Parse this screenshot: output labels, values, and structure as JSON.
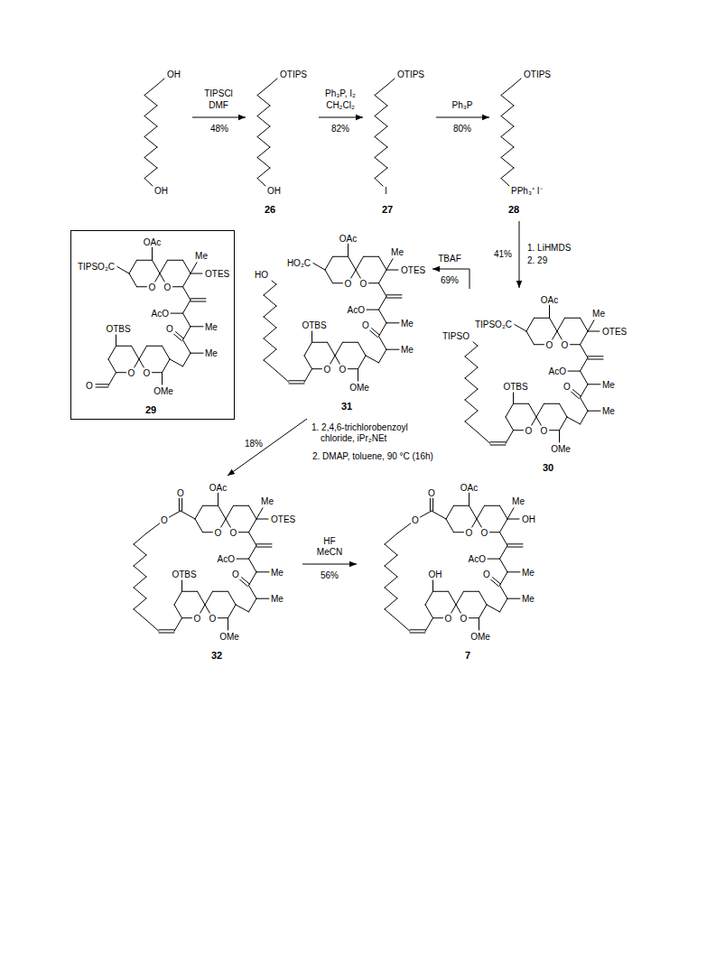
{
  "diagram": {
    "nodes": [
      {
        "text": [
          "OH",
          "OH"
        ]
      },
      {
        "text": [
          "OTIPS",
          "OH",
          "26"
        ]
      },
      {
        "text": [
          "OTIPS",
          "I",
          "27"
        ]
      },
      {
        "text": [
          "OTIPS",
          "PPh₃⁺ I⁻",
          "28"
        ]
      },
      {
        "text": [
          "OAc",
          "TIPSO₂C",
          "O",
          "O",
          "Me",
          "OTES",
          "AcO",
          "Me",
          "O",
          "Me",
          "OTBS",
          "O",
          "O",
          "OMe",
          "O",
          "29"
        ]
      },
      {
        "text": [
          "OAc",
          "HO₂C",
          "O",
          "O",
          "Me",
          "OTES",
          "AcO",
          "Me",
          "O",
          "Me",
          "OTBS",
          "O",
          "O",
          "OMe",
          "HO",
          "31"
        ]
      },
      {
        "text": [
          "OAc",
          "TIPSO₂C",
          "O",
          "O",
          "Me",
          "OTES",
          "AcO",
          "Me",
          "O",
          "Me",
          "OTBS",
          "O",
          "O",
          "OMe",
          "TIPSO",
          "30"
        ]
      },
      {
        "text": [
          "OAc",
          "O",
          "O",
          "O",
          "O",
          "Me",
          "OTES",
          "AcO",
          "Me",
          "O",
          "Me",
          "OTBS",
          "O",
          "O",
          "OMe",
          "32"
        ]
      },
      {
        "text": [
          "OAc",
          "O",
          "O",
          "O",
          "O",
          "Me",
          "OH",
          "AcO",
          "Me",
          "O",
          "Me",
          "OH",
          "O",
          "O",
          "OMe",
          "7"
        ]
      }
    ],
    "edges": [
      {
        "from": 0,
        "to": 1,
        "arrow": "to",
        "label": "48%"
      },
      {
        "from": 1,
        "to": 2,
        "arrow": "to",
        "label": "82%"
      },
      {
        "from": 2,
        "to": 3,
        "arrow": "to",
        "label": "80%"
      },
      {
        "from": 3,
        "to": 6,
        "arrow": "to",
        "label": "41%"
      },
      {
        "from": 6,
        "to": 5,
        "arrow": "to",
        "label": "69%"
      },
      {
        "from": 5,
        "to": 7,
        "arrow": "to",
        "label": "18%"
      },
      {
        "from": 7,
        "to": 8,
        "arrow": "to",
        "label": "56%"
      }
    ],
    "labels": [
      "TIPSCl",
      "DMF",
      "Ph₃P, I₂",
      "CH₂Cl₂",
      "Ph₃P",
      "1. LiHMDS",
      "2. 29",
      "TBAF",
      "1. 2,4,6-trichlorobenzoyl chloride, iPr₂NEt",
      "2. DMAP, toluene, 90 °C (16h)",
      "HF",
      "MeCN"
    ]
  }
}
